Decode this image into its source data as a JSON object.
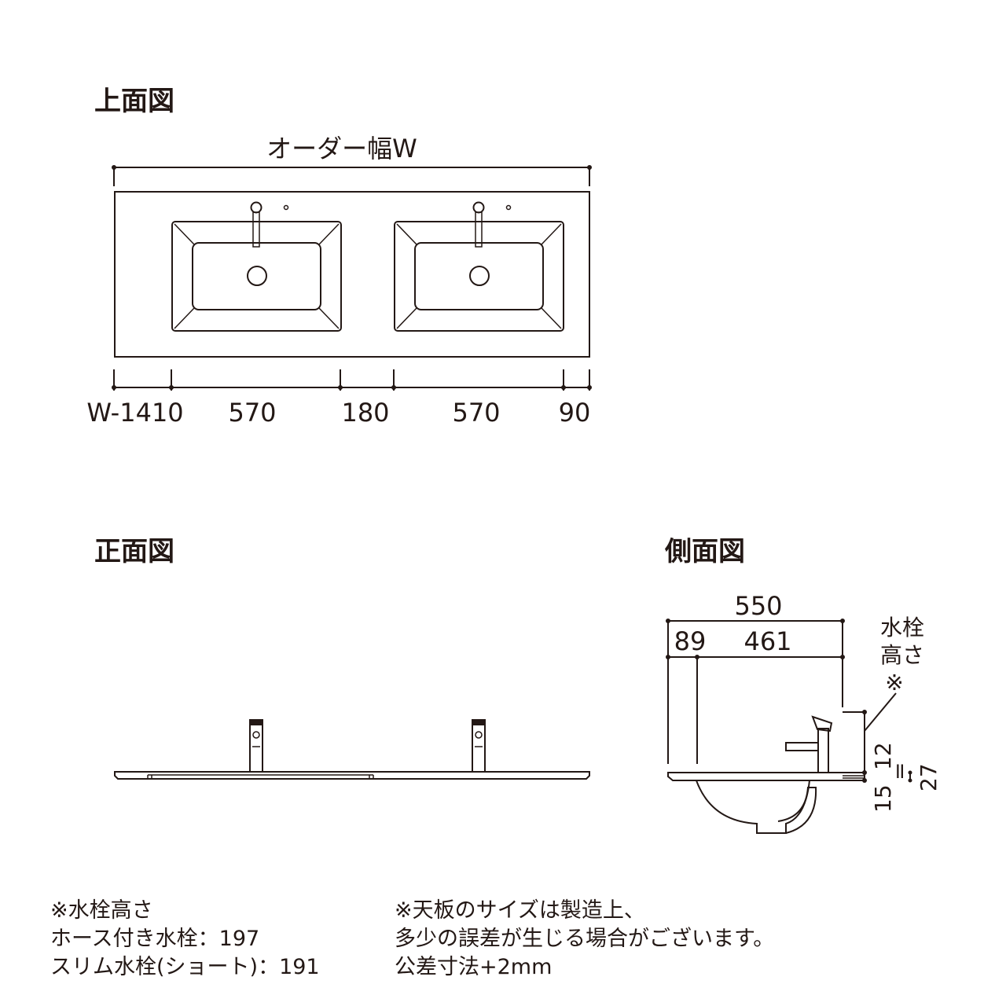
{
  "top_view": {
    "title": "上面図",
    "width_label": "オーダー幅W",
    "dims": [
      "W-1410",
      "570",
      "180",
      "570",
      "90"
    ]
  },
  "front_view": {
    "title": "正面図"
  },
  "side_view": {
    "title": "側面図",
    "total_depth": "550",
    "dim_left": "89",
    "dim_right": "461",
    "faucet_height_label": [
      "水栓",
      "高さ",
      "※"
    ],
    "dim_15": "15",
    "dim_12": "12",
    "dim_27": "27",
    "dim_eq": "="
  },
  "notes_left": [
    "※水栓高さ",
    "ホース付き水栓：197",
    "スリム水栓(ショート)：191"
  ],
  "notes_right": [
    "※天板のサイズは製造上、",
    "多少の誤差が生じる場合がございます。",
    "公差寸法+2mm"
  ]
}
